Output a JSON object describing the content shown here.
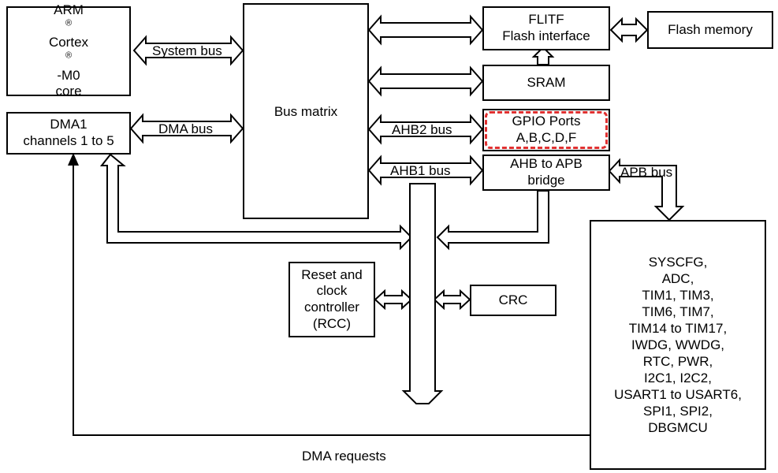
{
  "blocks": {
    "cpu": {
      "line1": "ARM",
      "line2a": "Cortex",
      "line2b": "-M0",
      "line3": "core",
      "reg": "®"
    },
    "dma1": {
      "line1": "DMA1",
      "line2": "channels 1 to 5"
    },
    "bus_matrix": "Bus matrix",
    "flitf": {
      "line1": "FLITF",
      "line2": "Flash interface"
    },
    "flash": "Flash memory",
    "sram": "SRAM",
    "gpio": {
      "line1": "GPIO Ports",
      "line2": "A,B,C,D,F"
    },
    "bridge": {
      "line1": "AHB to APB",
      "line2": "bridge"
    },
    "rcc": {
      "line1": "Reset and",
      "line2": "clock",
      "line3": "controller",
      "line4": "(RCC)"
    },
    "crc": "CRC",
    "peripherals": [
      "SYSCFG,",
      "ADC,",
      "TIM1, TIM3,",
      "TIM6, TIM7,",
      "TIM14 to TIM17,",
      "IWDG, WWDG,",
      "RTC, PWR,",
      "I2C1, I2C2,",
      "USART1 to USART6,",
      "SPI1, SPI2,",
      "DBGMCU"
    ]
  },
  "buses": {
    "system": "System bus",
    "dma": "DMA bus",
    "ahb2": "AHB2 bus",
    "ahb1": "AHB1 bus",
    "apb": "APB bus",
    "dma_requests": "DMA requests"
  },
  "colors": {
    "line": "#000000",
    "highlight": "#e03030"
  }
}
